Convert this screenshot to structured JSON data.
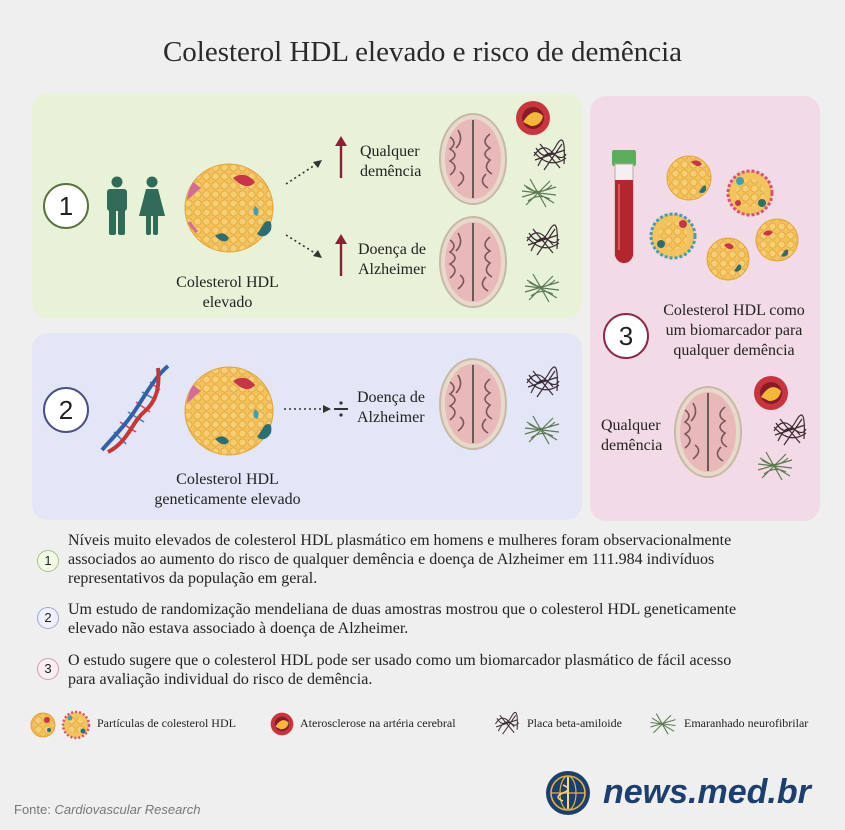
{
  "title": "Colesterol HDL elevado e risco de demência",
  "panel1": {
    "number": "1",
    "particle_label_line1": "Colesterol HDL",
    "particle_label_line2": "elevado",
    "outcome1_line1": "Qualquer",
    "outcome1_line2": "demência",
    "outcome2_line1": "Doença de",
    "outcome2_line2": "Alzheimer"
  },
  "panel2": {
    "number": "2",
    "particle_label_line1": "Colesterol HDL",
    "particle_label_line2": "geneticamente elevado",
    "outcome_line1": "Doença de",
    "outcome_line2": "Alzheimer"
  },
  "panel3": {
    "number": "3",
    "text_line1": "Colesterol HDL como",
    "text_line2": "um biomarcador para",
    "text_line3": "qualquer demência",
    "outcome_line1": "Qualquer",
    "outcome_line2": "demência"
  },
  "findings": [
    {
      "number": "1",
      "line1": "Níveis muito elevados de colesterol HDL plasmático em homens e mulheres foram observacionalmente",
      "line2": "associados ao aumento do risco de qualquer demência e doença de Alzheimer em 111.984 indivíduos",
      "line3": "representativos da população em geral."
    },
    {
      "number": "2",
      "line1": "Um estudo de randomização mendeliana de duas amostras mostrou que o colesterol HDL geneticamente",
      "line2": "elevado não estava associado à doença de Alzheimer."
    },
    {
      "number": "3",
      "line1": "O estudo sugere que o colesterol HDL pode ser usado como um biomarcador plasmático de fácil acesso",
      "line2": "para avaliação individual do risco de demência."
    }
  ],
  "legend": {
    "hdl": "Partículas de colesterol HDL",
    "athero": "Aterosclerose na artéria cerebral",
    "plaque": "Placa beta-amiloide",
    "tangle": "Emaranhado neurofibrilar"
  },
  "source_prefix": "Fonte: ",
  "source_name": "Cardiovascular Research",
  "brand": "news.med.br",
  "colors": {
    "panel1_bg": "#e7f2d9",
    "panel2_bg": "#e3e6f6",
    "panel3_bg": "#f2dbe6",
    "people": "#2f6b58",
    "particle": "#f0b54a",
    "arrow_up": "#8a2035",
    "brand": "#1c3f6e"
  },
  "icons": [
    "man-icon",
    "woman-icon",
    "hdl-particle-icon",
    "brain-icon",
    "artery-icon",
    "plaque-icon",
    "tangle-icon",
    "dna-icon",
    "blood-tube-icon",
    "globe-logo-icon"
  ]
}
